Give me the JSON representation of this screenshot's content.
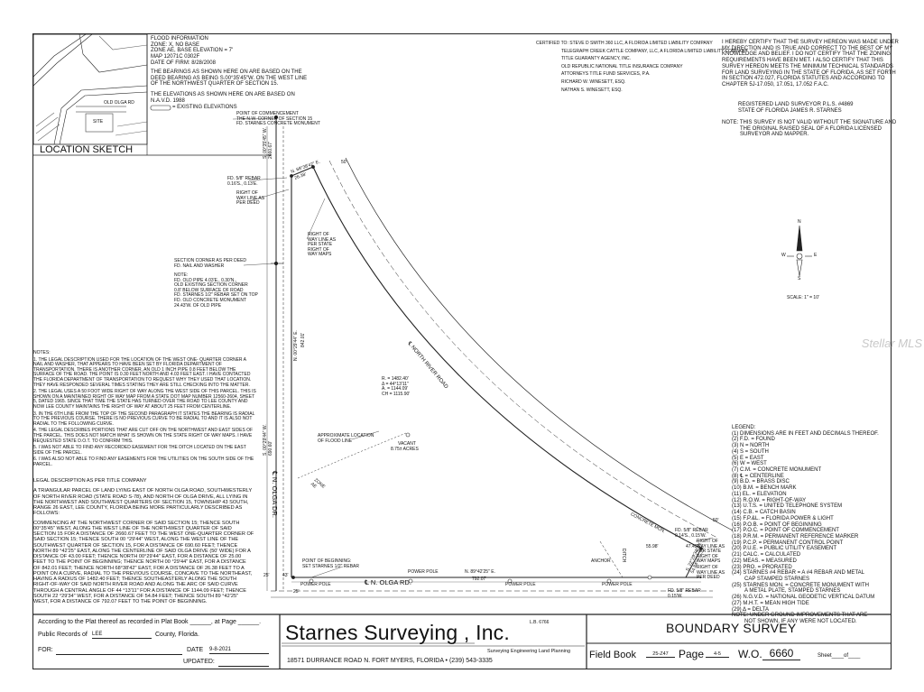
{
  "flood_info": [
    "FLOOD INFORMATION",
    "ZONE: X, NO BASE",
    "ZONE AE, BASE ELEVATION = 7'",
    "MAP 12071C  0302F",
    "DATE OF FIRM: 8/28/2008"
  ],
  "bearings_note": [
    "THE BEARINGS AS SHOWN HERE ON ARE BASED ON THE",
    "DEED BEARING AS BEING S.00°35'45\"W. ON THE WEST LINE",
    "OF THE NORTHWEST QUARTER OF SECTION 15."
  ],
  "elevations_note": [
    "THE ELEVATIONS AS SHOWN HERE ON ARE BASED ON",
    "N.A.V.D. 1988"
  ],
  "existing_elev": "= EXISTING ELEVATIONS",
  "location_sketch": {
    "title": "LOCATION SKETCH",
    "road": "OLD OLGA RD",
    "site": "SITE"
  },
  "certified_to": [
    "CERTIFIED TO: STEVE D SMITH 360 LLC, A FLORIDA LIMITED LIABILITY COMPANY",
    "TELEGRAPH CREEK CATTLE COMPANY, LLC, A FLORIDA LIMITED LIABILITY COMPANY",
    "TITLE GUARANTY AGENCY, INC.",
    "OLD REPUBLIC NATIONAL TITLE INSURANCE COMPANY",
    "ATTORNEYS TITLE FUND SERVICES, P.A.",
    "RICHARD W. WINESETT, ESQ.",
    "NATHAN S. WINESETT, ESQ."
  ],
  "certify": [
    "I HEREBY CERTIFY THAT THE SURVEY HEREON WAS MADE UNDER",
    "MY DIRECTION AND IS TRUE AND CORRECT TO THE BEST OF MY",
    "KNOWLEDGE AND BELIEF. I DO NOT CERTIFY THAT THE ZONING",
    "REQUIREMENTS HAVE BEEN MET. I ALSO CERTIFY THAT THIS",
    "SURVEY HEREON MEETS THE MINIMUM TECHNICAL STANDARDS",
    "FOR LAND SURVEYING IN THE STATE OF FLORIDA, AS SET FORTH",
    "IN SECTION 472.027, FLORIDA STATUTES AND ACCORDING TO",
    "CHAPTER  5J-17.050, 17.051, 17.052 F.A.C."
  ],
  "surveyor": [
    "REGISTERED LAND SURVEYOR P.L.S. #4869",
    "STATE OF FLORIDA JAMES R. STARNES"
  ],
  "seal_note": [
    "NOTE: THIS SURVEY IS NOT VALID WITHOUT THE SIGNATURE AND",
    "THE ORIGINAL RAISED SEAL OF A FLORIDA LICENSED",
    "SURVEYOR AND MAPPER."
  ],
  "north": {
    "n": "N",
    "s": "S",
    "e": "E",
    "w": "W",
    "scale": "SCALE: 1\" = 10'"
  },
  "notes": {
    "title": "NOTES:",
    "items": [
      "1. THE LEGAL DESCRIPTION USED FOR THE LOCATION OF THE WEST ONE- QUARTER CORNER A NAIL AND WASHER, THAT APPEARS TO HAVE BEEN SET BY FLORIDA DEPARTMENT OF TRANSPORTATION. THERE IS ANOTHER CORNER, AN OLD 1 INCH PIPE 0.8 FEET BELOW THE SURFACE OF THE ROAD. THE POINT IS 0.30 FEET NORTH AND 4.03 FEET EAST. I HAVE CONTACTED THE FLORIDA DEPARTMENT OF TRANSPORTATION TO REQUEST WHY THEY USED THAT LOCATION. THEY HAVE RESPONDED SEVERAL TIMES STATING THEY ARE STILL CHECKING INTO THE MATTER.",
      "2. THE LEGAL USES A 50 FOOT WIDE RIGHT OF WAY ALONG THE WEST SIDE OF THIS PARCEL. THIS IS SHOWN ON A MAINTAINED RIGHT OF WAY MAP FROM A STATE DOT MAP NUMBER 12560-2604, SHEET 5, DATED 1965. SINCE THAT TIME THE STATE HAS TURNED OVER THE ROAD TO LEE COUNTY AND NOW LEE COUNTY MAINTAINS THE RIGHT OF WAY AT ABOUT 25 FEET FROM CENTERLINE.",
      "3. IN THE 6TH LINE FROM THE TOP OF THE SECOND PARAGRAPH IT STATES THE BEARING IS RADIAL TO THE PREVIOUS COURSE. THERE IS NO PREVIOUS CURVE TO BE RADIAL TO AND IT IS ALSO NOT RADIAL TO THE FOLLOWING CURVE.",
      "4. THE LEGAL DESCRIBES PORTIONS THAT ARE CUT OFF ON THE NORTHWEST AND EAST SIDES OF THE PARCEL. THIS DOES NOT MATCH WHAT IS SHOWN ON THE STATE RIGHT OF WAY MAPS. I HAVE REQUESTED STATE D.O.T. TO CONFIRM THIS.",
      "5. I WAS NOT ABLE TO FIND ANY RECORDED EASEMENT FOR THE DITCH LOCATED ON THE EAST SIDE OF THE PARCEL.",
      "6. I WAS ALSO NOT ABLE TO FIND ANY EASEMENTS FOR THE UTILITIES ON THE SOUTH SIDE OF THE PARCEL."
    ]
  },
  "legal": {
    "title": "LEGAL DESCRIPTION AS PER TITLE COMPANY",
    "para1": "A TRIANGULAR PARCEL OF LAND LYING EAST OF NORTH OLGA ROAD, SOUTHWESTERLY OF NORTH RIVER ROAD (STATE ROAD S-78), AND NORTH OF OLGA DRIVE, ALL LYING IN THE NORTHWEST AND SOUTHWEST QUARTERS OF SECTION 15, TOWNSHIP 43 SOUTH, RANGE 26 EAST, LEE COUNTY, FLORIDA BEING MORE PARTICULARLY DESCRIBED AS FOLLOWS:",
    "para2": "COMMENCING AT THE NORTHWEST CORNER OF SAID SECTION 15; THENCE SOUTH 00°35'45\" WEST, ALONG THE WEST LINE OF THE NORTHWEST QUARTER OF SAID SECTION 15 FOR A DISTANCE OF 2660.67 FEET TO THE WEST ONE-QUARTER CORNER OF SAID SECTION 15; THENCE SOUTH 00 °29'44\" WEST, ALONG THE WEST LINE OF THE SOUTHWEST QUARTER OF SECTION 15, FOR A DISTANCE OF 690.60 FEET; THENCE NORTH 89 °42'25\" EAST, ALONG THE CENTERLINE OF SAID OLGA DRIVE (50' WIDE) FOR A DISTANCE OF 43.00 FEET; THENCE NORTH 00°29'44\" EAST, FOR A DISTANCE OF 25.00 FEET TO THE POINT OF BEGINNING; THENCE NORTH 00 °29'44\" EAST, FOR A DISTANCE OF 842.01 FEET; THENCE NORTH 68°38'42\" EAST, FOR A DISTANCE OF 26.38 FEET TO A POINT ON A CURVE, RADIAL TO THE PREVIOUS COURSE, CONCAVE TO THE NORTHEAST, HAVING A RADIUS OF 1482.40 FEET; THENCE SOUTHEASTERLY ALONG THE SOUTH RIGHT-OF-WAY OF SAID NORTH RIVER ROAD AND ALONG THE ARC OF SAID CURVE THROUGH A CENTRAL ANGLE OF 44 °13'11\" FOR A DISTANCE OF 1144.09 FEET; THENCE SOUTH 22 °29'34\" WEST, FOR A DISTANCE OF 54.84 FEET; THENCE SOUTH 89 °42'25\" WEST, FOR A DISTANCE OF 792.07 FEET TO THE POINT OF BEGINNING."
  },
  "legend": {
    "title": "LEGEND:",
    "items": [
      "(1) DIMENSIONS ARE IN FEET AND DECIMALS THEREOF.",
      "(2) F.D. = FOUND",
      "(3) N = NORTH",
      "(4) S = SOUTH",
      "(5) E = EAST",
      "(6) W = WEST",
      "(7) C.M. = CONCRETE MONUMENT",
      "(8) ℄ = CENTERLINE",
      "(9) B.D. = BRASS DISC",
      "(10) B.M. = BENCH MARK",
      "(11) EL. = ELEVATION",
      "(12) R.O.W. = RIGHT-OF-WAY",
      "(13) U.T.S. = UNITED TELEPHONE SYSTEM",
      "(14) C.B. = CATCH BASIN",
      "(15) F.P.&L. = FLORIDA POWER & LIGHT",
      "(16) P.O.B. = POINT OF BEGINNING",
      "(17) P.O.C. = POINT OF COMMENCEMENT",
      "(18) P.R.M. = PERMANENT REFERENCE MARKER",
      "(19) P.C.P. = PERMANENT CONTROL POINT",
      "(20) P.U.E. = PUBLIC UTILITY EASEMENT",
      "(21) CALC. = CALCULATED",
      "(22) MEAS. = MEASURED",
      "(23) PRO. = PRORATED",
      "(24) STARNES #4 REBAR = A #4 REBAR AND METAL",
      "       CAP STAMPED STARNES",
      "(25) STARNES MON. = CONCRETE MONUMENT WITH",
      "       A METAL PLATE, STAMPED STARNES",
      "(26) N.G.V.D. = NATIONAL GEODETIC VERTICAL DATUM",
      "(27) M.H.T. = MEAN HIGH TIDE",
      "(29) Δ = DELTA",
      "NOTE: UNDER GROUND IMPROVEMENTS THAT ARE",
      "       NOT SHOWN, IF ANY WERE NOT LOCATED."
    ]
  },
  "drawing": {
    "poc": [
      "POINT OF COMMENCEMENT",
      "THE N.W. CORNER OF SECTION 15",
      "FD. STARNES CONCRETE MONUMENT"
    ],
    "rebar_nw": [
      "FD. 5/8\" REBAR",
      "0.16'S., 0.13'E."
    ],
    "row_deed": [
      "RIGHT OF",
      "WAY LINE AS",
      "PER DEED"
    ],
    "row_state": [
      "RIGHT OF",
      "WAY LINE AS",
      "PER STATE",
      "RIGHT OF",
      "WAY MAPS"
    ],
    "section_corner": [
      "SECTION CORNER AS PER DEED",
      "FD. NAIL AND WASHER"
    ],
    "sc_note": [
      "NOTE:",
      "FD. OLD PIPE 4.03'E., 0.30'N.,",
      "OLD EXISTING SECTION CORNER",
      "0.8' BELOW SURFACE OF ROAD",
      "FD. STARNES 1/2\" REBAR SET ON TOP",
      "FD. OLD CONCRETE MONUMENT",
      "24.43'W. OF OLD PIPE"
    ],
    "curve": [
      "R. = 1482.40'",
      "Δ = 44°13'11\"",
      "A. = 1144.09'",
      "CH = 1115.90'"
    ],
    "north_river_road": "℄ NORTH RIVER ROAD",
    "flood_line": [
      "APPROXIMATE LOCATION",
      "OF FLOOD LINE"
    ],
    "vacant": [
      "VACANT",
      "8.75± ACRES"
    ],
    "zone_ae": [
      "ZONE",
      "AE"
    ],
    "olga_dr": "℄ N. OLGA DR.",
    "olga_rd": "℄ N. OLGA RD.",
    "pob": [
      "POINT OF BEGINNING:",
      "SET STARNES 1/2\" REBAR"
    ],
    "power_pole": "POWER POLE",
    "anchor": "ANCHOR",
    "bearing_s": "N. 89°42'25\" E.",
    "dist_s": "792.07'",
    "concrete": "CONCRETE MON.",
    "rebar_se1": [
      "FD. 5/8\" REBAR",
      "0.14'S., 0.15'W."
    ],
    "rebar_se2": [
      "FD. 5/8\" REBAR",
      "0.15'W."
    ],
    "row_se1": [
      "RIGHT OF",
      "WAY LINE AS",
      "PER STATE",
      "RIGHT OF",
      "WAY MAPS"
    ],
    "row_se2": [
      "RIGHT OF",
      "WAY LINE AS",
      "PER DEED"
    ],
    "ditch": "DITCH",
    "d25a": "25'",
    "d43": "43'",
    "d25b": "25'",
    "d50a": "50'",
    "d50b": "50'",
    "bearing_w": "N. 00°29'44\" E.",
    "dist_w": "842.01'",
    "bearing_nw": "N. 68°38'42\" E.",
    "dist_nw": "26.38'",
    "w_top": [
      "S. 00°35'45\" W.",
      "2660.67'"
    ],
    "w_low": [
      "S. 00°29'44\" W.",
      "690.60'"
    ],
    "se_b": [
      "S. 22°29'34\" W.",
      "54.84'"
    ],
    "d5598": "55.98'",
    "d4745": "47.45'"
  },
  "title_block": {
    "plat_note": "According to the Plat thereof as recorded in Plat Book ______, at Page ______.",
    "public_records_label": "Public Records of",
    "county": "LEE",
    "county_suffix": "County, Florida.",
    "for_label": "FOR:",
    "date_label": "DATE",
    "date": "9-8-2021",
    "updated_label": "UPDATED:",
    "company": "Starnes Surveying , Inc.",
    "lb": "L.B. 6766",
    "services": "Surveying  Engineering  Land Planning",
    "address": "18571 DURRANCE  ROAD    N. FORT MYERS, FLORIDA •  (239) 543-3335",
    "survey_type": "BOUNDARY SURVEY",
    "field_book_label": "Field Book",
    "field_book": "25-Z47",
    "page_label": "Page",
    "page": "4-5",
    "wo_label": "W.O.",
    "wo": "6660",
    "sheet": "Sheet____of____"
  },
  "watermark": "Stellar MLS"
}
